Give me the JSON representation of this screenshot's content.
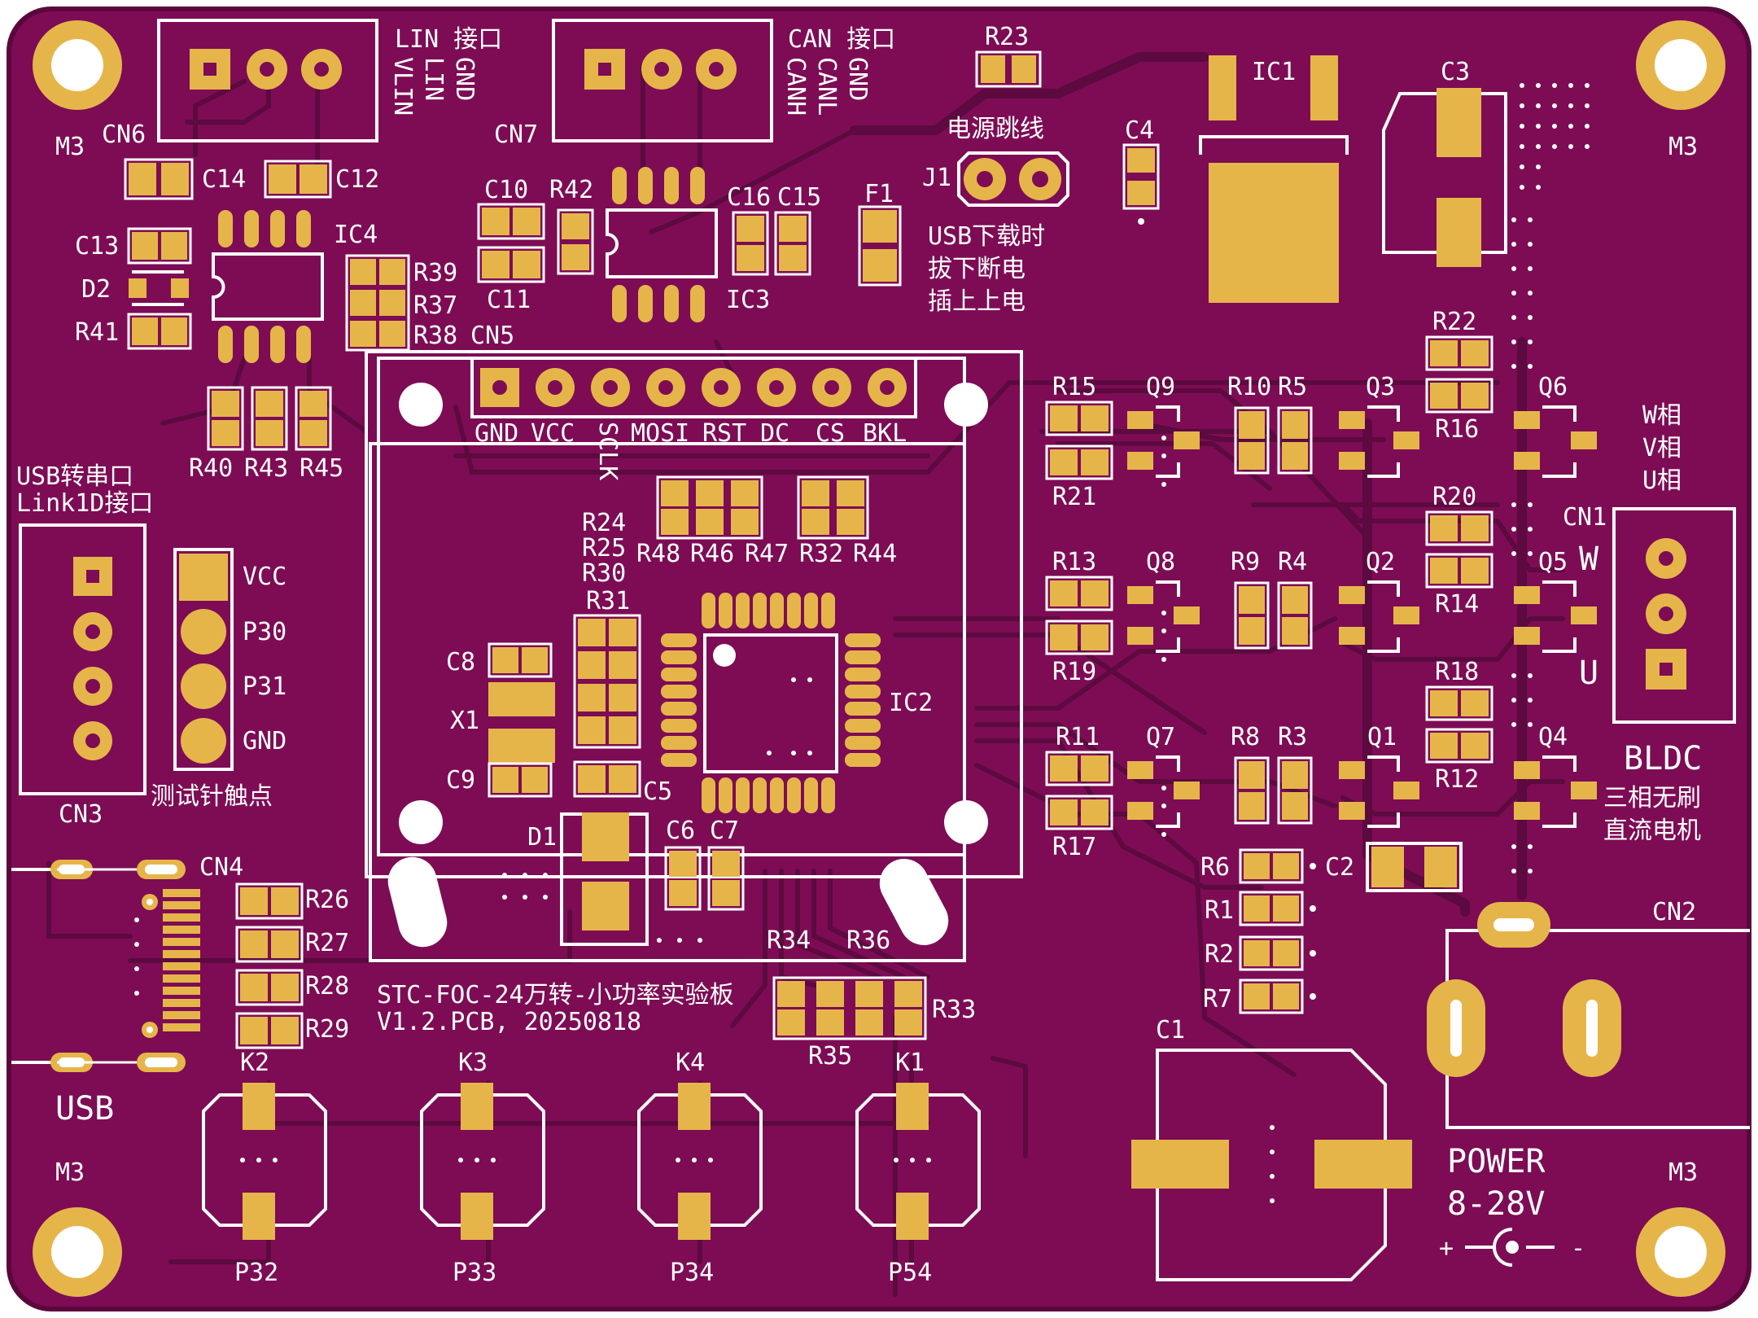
{
  "colors": {
    "board": "#7d0c55",
    "board_edge": "#5a083c",
    "trace": "#5c0a3f",
    "pad": "#e6b54a",
    "silk": "#ffffff",
    "hole": "#ffffff"
  },
  "connectors": {
    "lin": {
      "ref": "CN6",
      "title": "LIN 接口",
      "pins": [
        "VLIN",
        "LIN",
        "GND"
      ]
    },
    "can": {
      "ref": "CN7",
      "title": "CAN 接口",
      "pins": [
        "CANH",
        "CANL",
        "GND"
      ]
    },
    "display": {
      "ref": "CN5",
      "pins": [
        "GND",
        "VCC",
        "SCLK",
        "MOSI",
        "RST",
        "DC",
        "CS",
        "BKL"
      ]
    },
    "usb_serial": {
      "ref": "CN3",
      "title1": "USB转串口",
      "title2": "Link1D接口"
    },
    "test_points": {
      "title": "测试针触点",
      "pins": [
        "VCC",
        "P30",
        "P31",
        "GND"
      ]
    },
    "motor": {
      "ref": "CN1",
      "phase_labels": [
        "W相",
        "V相",
        "U相"
      ],
      "pin_w": "W",
      "pin_u": "U",
      "title1": "BLDC",
      "title2": "三相无刷",
      "title3": "直流电机"
    },
    "power": {
      "ref": "CN2",
      "title": "POWER",
      "voltage": "8-28V",
      "plus": "+",
      "minus": "-"
    },
    "usb": {
      "ref": "CN4",
      "label": "USB"
    }
  },
  "jumper": {
    "ref": "J1",
    "title": "电源跳线",
    "note1": "USB下载时",
    "note2": "拔下断电",
    "note3": "插上上电"
  },
  "board_info": {
    "line1": "STC-FOC-24万转-小功率实验板",
    "line2": "V1.2.PCB, 20250818"
  },
  "mount_label": "M3",
  "buttons": [
    {
      "ref": "K2",
      "net": "P32"
    },
    {
      "ref": "K3",
      "net": "P33"
    },
    {
      "ref": "K4",
      "net": "P34"
    },
    {
      "ref": "K1",
      "net": "P54"
    }
  ],
  "refs": {
    "IC1": "IC1",
    "IC2": "IC2",
    "IC3": "IC3",
    "IC4": "IC4",
    "C1": "C1",
    "C2": "C2",
    "C3": "C3",
    "C4": "C4",
    "C5": "C5",
    "C6": "C6",
    "C7": "C7",
    "C8": "C8",
    "C9": "C9",
    "C10": "C10",
    "C11": "C11",
    "C12": "C12",
    "C13": "C13",
    "C14": "C14",
    "C15": "C15",
    "C16": "C16",
    "F1": "F1",
    "D1": "D1",
    "D2": "D2",
    "X1": "X1",
    "Q1": "Q1",
    "Q2": "Q2",
    "Q3": "Q3",
    "Q4": "Q4",
    "Q5": "Q5",
    "Q6": "Q6",
    "Q7": "Q7",
    "Q8": "Q8",
    "Q9": "Q9",
    "R1": "R1",
    "R2": "R2",
    "R3": "R3",
    "R4": "R4",
    "R5": "R5",
    "R6": "R6",
    "R7": "R7",
    "R8": "R8",
    "R9": "R9",
    "R10": "R10",
    "R11": "R11",
    "R12": "R12",
    "R13": "R13",
    "R14": "R14",
    "R15": "R15",
    "R16": "R16",
    "R17": "R17",
    "R18": "R18",
    "R19": "R19",
    "R20": "R20",
    "R21": "R21",
    "R22": "R22",
    "R23": "R23",
    "R24": "R24",
    "R25": "R25",
    "R26": "R26",
    "R27": "R27",
    "R28": "R28",
    "R29": "R29",
    "R30": "R30",
    "R31": "R31",
    "R32": "R32",
    "R33": "R33",
    "R34": "R34",
    "R35": "R35",
    "R36": "R36",
    "R37": "R37",
    "R38": "R38",
    "R39": "R39",
    "R40": "R40",
    "R41": "R41",
    "R42": "R42",
    "R43": "R43",
    "R44": "R44",
    "R45": "R45",
    "R46": "R46",
    "R47": "R47",
    "R48": "R48"
  }
}
